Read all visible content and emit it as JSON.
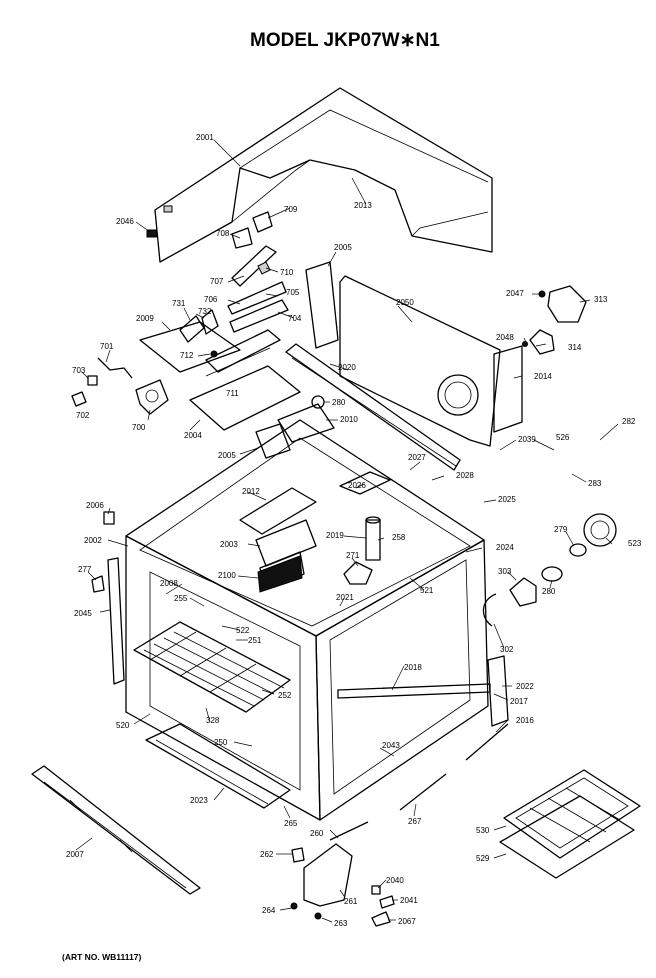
{
  "title": "MODEL JKP07W∗N1",
  "art_number": "(ART NO. WB11117)",
  "callouts": {
    "c2001": "2001",
    "c2013": "2013",
    "c2046": "2046",
    "c709": "709",
    "c708": "708",
    "c710": "710",
    "c707": "707",
    "c706": "706",
    "c705": "705",
    "c704": "704",
    "c731": "731",
    "c732": "732",
    "c2009": "2009",
    "c712": "712",
    "c701": "701",
    "c703": "703",
    "c702": "702",
    "c700": "700",
    "c711": "711",
    "c2004": "2004",
    "c2005a": "2005",
    "c2050": "2050",
    "c2020": "2020",
    "c2014": "2014",
    "c2047": "2047",
    "c313": "313",
    "c2048": "2048",
    "c314": "314",
    "c280": "280",
    "c2010": "2010",
    "c2005b": "2005",
    "c2027": "2027",
    "c2028": "2028",
    "c2026": "2026",
    "c2025": "2025",
    "c2039": "2039",
    "c526": "526",
    "c282": "282",
    "c283": "283",
    "c2012": "2012",
    "c2006": "2006",
    "c2002": "2002",
    "c2003": "2003",
    "c2019": "2019",
    "c258": "258",
    "c279": "279",
    "c523": "523",
    "c2024": "2024",
    "c271": "271",
    "c2100": "2100",
    "c277": "277",
    "c2008": "2008",
    "c255": "255",
    "c521": "521",
    "c303": "303",
    "c280b": "280",
    "c2021": "2021",
    "c2045": "2045",
    "c522": "522",
    "c251": "251",
    "c302": "302",
    "c2018": "2018",
    "c2022": "2022",
    "c252": "252",
    "c2017": "2017",
    "c520": "520",
    "c328": "328",
    "c2016": "2016",
    "c250": "250",
    "c2043": "2043",
    "c2023": "2023",
    "c267": "267",
    "c265": "265",
    "c260": "260",
    "c530": "530",
    "c2007": "2007",
    "c262": "262",
    "c529": "529",
    "c2040": "2040",
    "c261": "261",
    "c2041": "2041",
    "c264": "264",
    "c263": "263",
    "c2067": "2067"
  }
}
